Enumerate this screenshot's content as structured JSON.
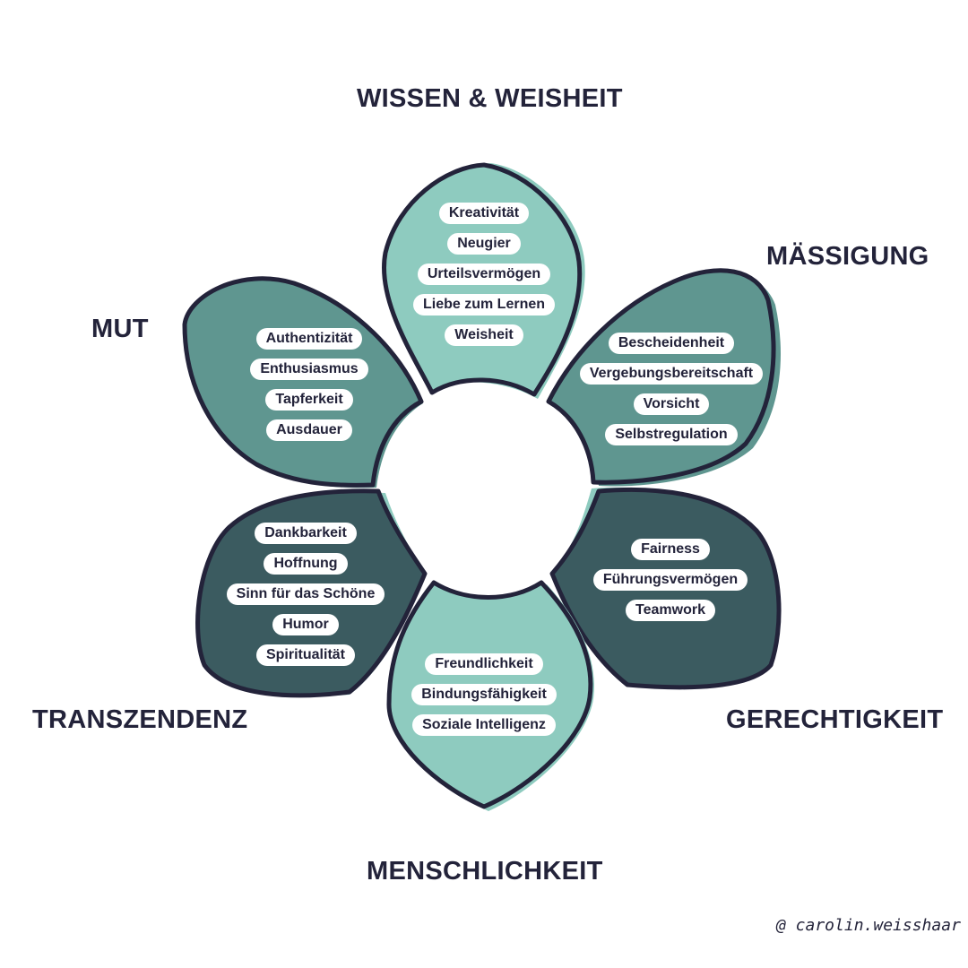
{
  "categories": {
    "wissen": "WISSEN & WEISHEIT",
    "massigung": "MÄSSIGUNG",
    "mut": "MUT",
    "transzendenz": "TRANSZENDENZ",
    "gerechtigkeit": "GERECHTIGKEIT",
    "menschlichkeit": "MENSCHLICHKEIT"
  },
  "petals": {
    "wissen": [
      "Kreativität",
      "Neugier",
      "Urteilsvermögen",
      "Liebe zum Lernen",
      "Weisheit"
    ],
    "massigung": [
      "Bescheidenheit",
      "Vergebungsbereitschaft",
      "Vorsicht",
      "Selbstregulation"
    ],
    "mut": [
      "Authentizität",
      "Enthusiasmus",
      "Tapferkeit",
      "Ausdauer"
    ],
    "transzendenz": [
      "Dankbarkeit",
      "Hoffnung",
      "Sinn für das Schöne",
      "Humor",
      "Spiritualität"
    ],
    "gerechtigkeit": [
      "Fairness",
      "Führungsvermögen",
      "Teamwork"
    ],
    "menschlichkeit": [
      "Freundlichkeit",
      "Bindungsfähigkeit",
      "Soziale Intelligenz"
    ]
  },
  "credit": "@ carolin.weisshaar",
  "colors": {
    "light": "#8ecbbf",
    "medium": "#5f9690",
    "dark": "#3b5b60",
    "outline": "#23233a"
  }
}
